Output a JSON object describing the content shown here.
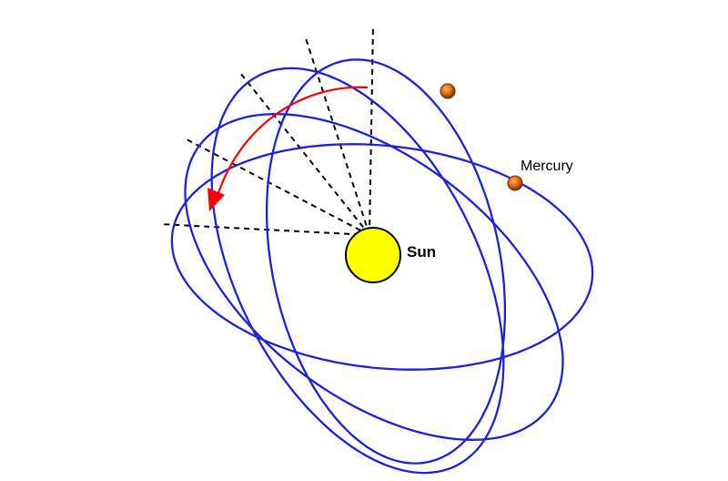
{
  "labels": {
    "sun": "Sun",
    "mercury": "Mercury"
  },
  "colors": {
    "orbit": "#1f1fe0",
    "sun_fill": "#ffff00",
    "planet_fill": "#cc5500",
    "arrow": "#ff0000",
    "axis_line": "#000000"
  },
  "orbit_count": 4,
  "planet_count": 2,
  "axis_line_count": 5
}
